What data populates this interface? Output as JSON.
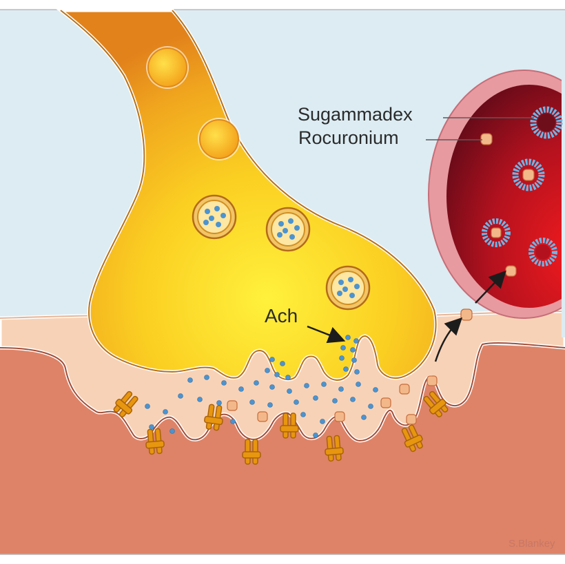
{
  "labels": {
    "sugammadex": "Sugammadex",
    "rocuronium": "Rocuronium",
    "ach": "Ach"
  },
  "credit": "S.Blankey",
  "colors": {
    "sky": "#dcecf2",
    "muscle": "#de8367",
    "cleft": "#f8d2b6",
    "nerve_light": "#ffe93a",
    "nerve_dark": "#e88a18",
    "vesicle": "#f5b52c",
    "receptor": "#e7960f",
    "ach_dot": "#4d93cf",
    "blood": "#c2121c",
    "vessel_wall": "#e79aa0"
  }
}
